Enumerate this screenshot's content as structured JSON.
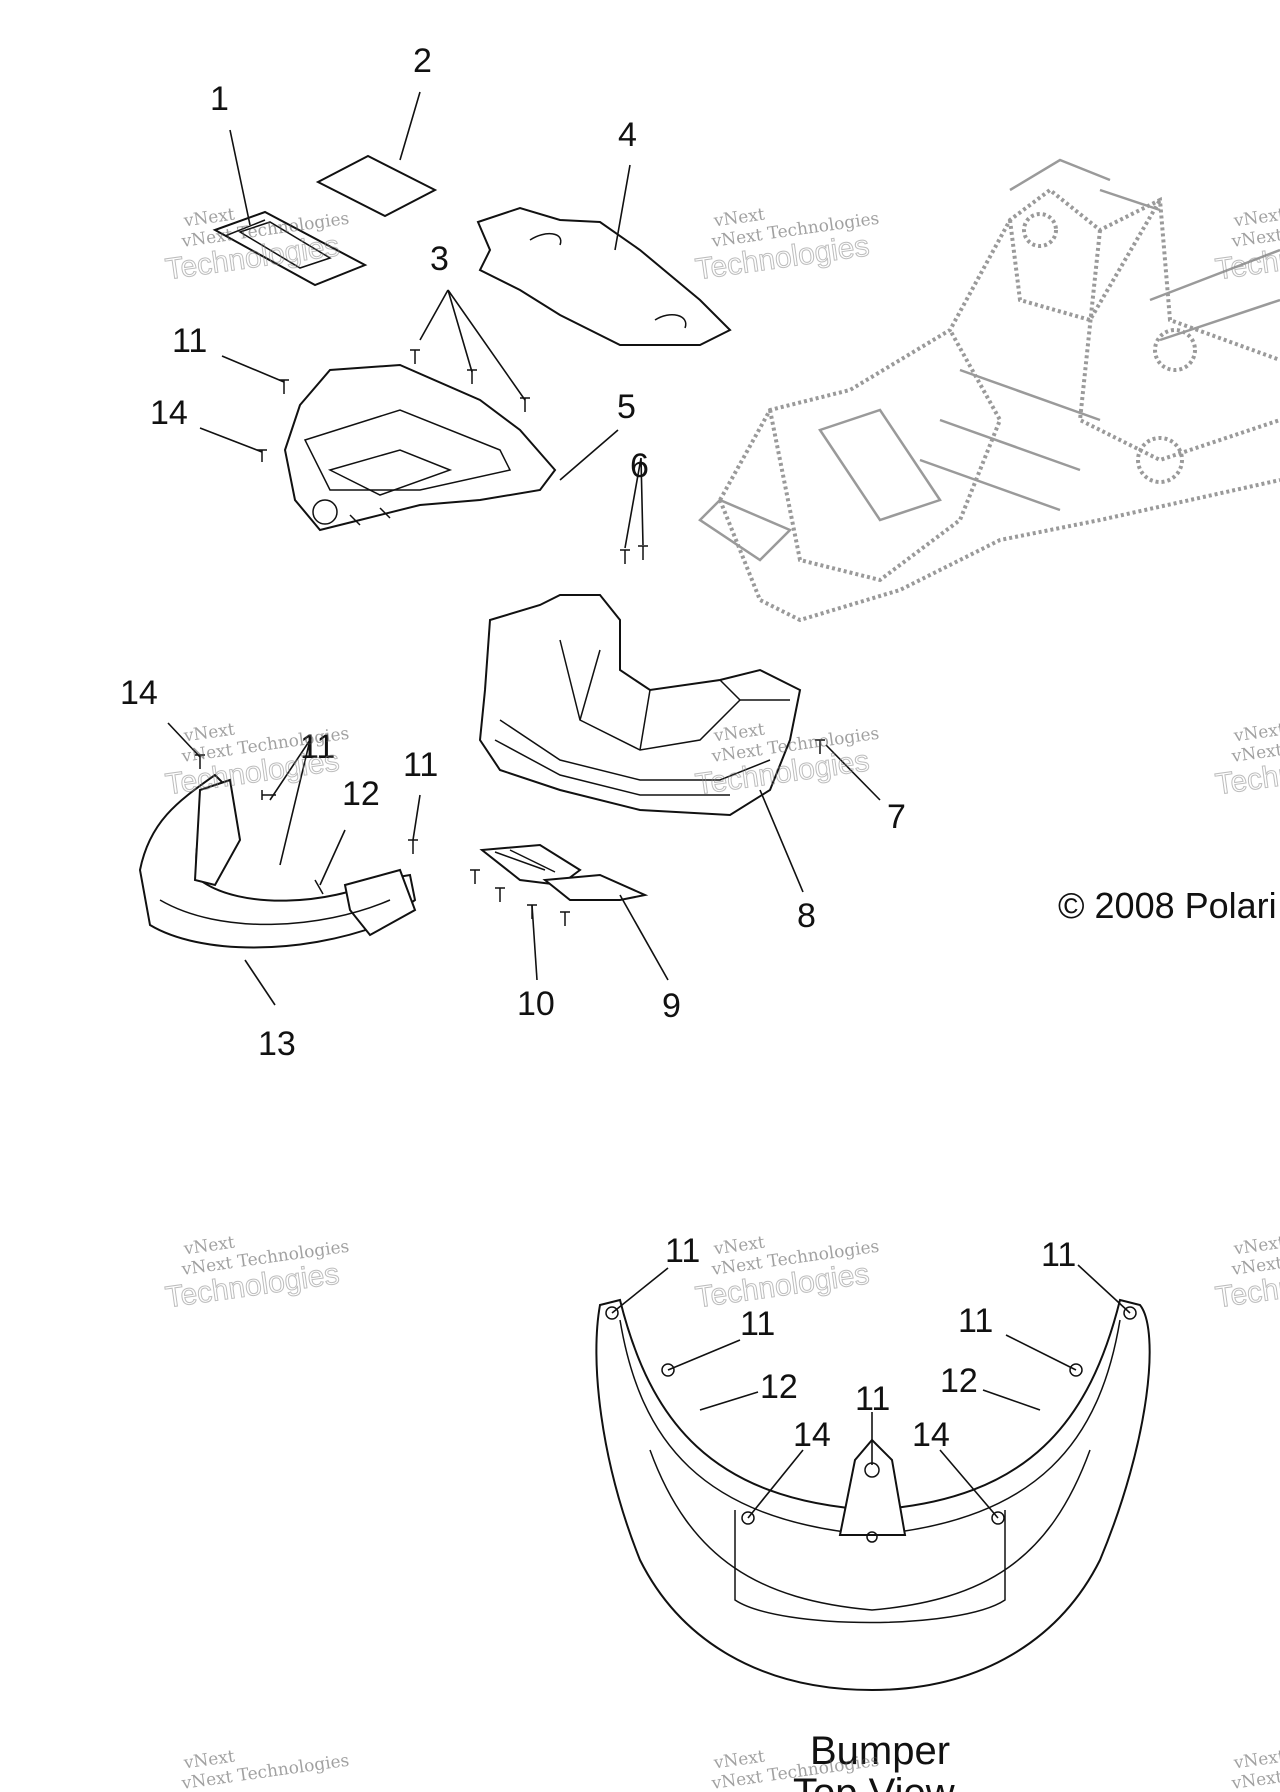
{
  "callouts": {
    "c1": "1",
    "c2": "2",
    "c3": "3",
    "c4": "4",
    "c5": "5",
    "c6": "6",
    "c7": "7",
    "c8": "8",
    "c9": "9",
    "c10": "10",
    "c11a": "11",
    "c11b": "11",
    "c11c": "11",
    "c12a": "12",
    "c13": "13",
    "c14a": "14",
    "c14b": "14"
  },
  "top_view_callouts": {
    "t11a": "11",
    "t11b": "11",
    "t11c": "11",
    "t11d": "11",
    "t11e": "11",
    "t12a": "12",
    "t12b": "12",
    "t14a": "14",
    "t14b": "14"
  },
  "copyright": "© 2008 Polari",
  "caption": {
    "line1": "Bumper",
    "line2": "Top View"
  },
  "watermark": {
    "line1": "vNext Technologies",
    "line2": "Technologies",
    "line3": "vNext"
  }
}
